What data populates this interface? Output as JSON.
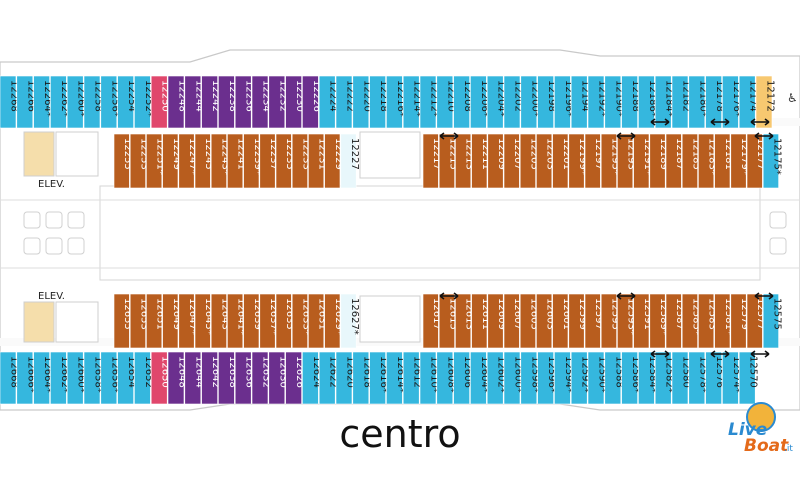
{
  "colors": {
    "blue": "#35b7de",
    "purple": "#6b2f8e",
    "pink": "#e0476c",
    "orange": "#b85d1e",
    "light": "#e8f7fb",
    "yellow": "#f7c870",
    "hull": "#f2f2f2",
    "outline": "#c9c9c9"
  },
  "labels": {
    "elev_top": "ELEV.",
    "elev_bottom": "ELEV.",
    "caption": "centro",
    "accessible_icon": "♿"
  },
  "logo": {
    "line1": "Live",
    "line2": "Boat",
    "suffix": ".it"
  },
  "rows": {
    "top_outer": [
      {
        "n": "12268",
        "c": "blue"
      },
      {
        "n": "12266",
        "c": "blue"
      },
      {
        "n": "12264*",
        "c": "blue"
      },
      {
        "n": "12262*",
        "c": "blue"
      },
      {
        "n": "12260*",
        "c": "blue"
      },
      {
        "n": "12258",
        "c": "blue"
      },
      {
        "n": "12256*",
        "c": "blue"
      },
      {
        "n": "12254",
        "c": "blue"
      },
      {
        "n": "12252*",
        "c": "blue"
      },
      {
        "n": "12250",
        "c": "pink"
      },
      {
        "n": "12248",
        "c": "purple"
      },
      {
        "n": "12244",
        "c": "purple"
      },
      {
        "n": "12242",
        "c": "purple"
      },
      {
        "n": "12238",
        "c": "purple"
      },
      {
        "n": "12236",
        "c": "purple"
      },
      {
        "n": "12234",
        "c": "purple"
      },
      {
        "n": "12232",
        "c": "purple"
      },
      {
        "n": "12230",
        "c": "purple"
      },
      {
        "n": "12226",
        "c": "purple"
      },
      {
        "n": "12224",
        "c": "blue"
      },
      {
        "n": "12222",
        "c": "blue"
      },
      {
        "n": "12220",
        "c": "blue"
      },
      {
        "n": "12218",
        "c": "blue"
      },
      {
        "n": "12216*",
        "c": "blue"
      },
      {
        "n": "12214*",
        "c": "blue"
      },
      {
        "n": "12212*",
        "c": "blue"
      },
      {
        "n": "12210",
        "c": "blue"
      },
      {
        "n": "12208",
        "c": "blue"
      },
      {
        "n": "12206*",
        "c": "blue"
      },
      {
        "n": "12204*",
        "c": "blue"
      },
      {
        "n": "12202",
        "c": "blue"
      },
      {
        "n": "12200*",
        "c": "blue"
      },
      {
        "n": "12198",
        "c": "blue"
      },
      {
        "n": "12196*",
        "c": "blue"
      },
      {
        "n": "12194",
        "c": "blue"
      },
      {
        "n": "12192*",
        "c": "blue"
      },
      {
        "n": "12190*",
        "c": "blue"
      },
      {
        "n": "12188",
        "c": "blue"
      },
      {
        "n": "12186*",
        "c": "blue"
      },
      {
        "n": "12184*",
        "c": "blue"
      },
      {
        "n": "12182",
        "c": "blue"
      },
      {
        "n": "12180*",
        "c": "blue"
      },
      {
        "n": "12178",
        "c": "blue"
      },
      {
        "n": "12176*",
        "c": "blue"
      },
      {
        "n": "12174",
        "c": "blue"
      },
      {
        "n": "12172",
        "c": "yellow"
      }
    ],
    "top_inner_left": [
      {
        "n": "12255",
        "c": "orange"
      },
      {
        "n": "12253",
        "c": "orange"
      },
      {
        "n": "12251*",
        "c": "orange"
      },
      {
        "n": "12249",
        "c": "orange"
      },
      {
        "n": "12247*",
        "c": "orange"
      },
      {
        "n": "12245",
        "c": "orange"
      },
      {
        "n": "12243*",
        "c": "orange"
      },
      {
        "n": "12241",
        "c": "orange"
      },
      {
        "n": "12239*",
        "c": "orange"
      },
      {
        "n": "12237",
        "c": "orange"
      },
      {
        "n": "12235",
        "c": "orange"
      },
      {
        "n": "12233",
        "c": "orange"
      },
      {
        "n": "12231",
        "c": "orange"
      },
      {
        "n": "12229",
        "c": "orange"
      },
      {
        "n": "12227",
        "c": "light"
      }
    ],
    "top_inner_right": [
      {
        "n": "12217",
        "c": "orange"
      },
      {
        "n": "12215",
        "c": "orange"
      },
      {
        "n": "12213",
        "c": "orange"
      },
      {
        "n": "12211",
        "c": "orange"
      },
      {
        "n": "12209",
        "c": "orange"
      },
      {
        "n": "12207",
        "c": "orange"
      },
      {
        "n": "12205",
        "c": "orange"
      },
      {
        "n": "12203",
        "c": "orange"
      },
      {
        "n": "12201",
        "c": "orange"
      },
      {
        "n": "12199*",
        "c": "orange"
      },
      {
        "n": "12197",
        "c": "orange"
      },
      {
        "n": "12195*",
        "c": "orange"
      },
      {
        "n": "12193",
        "c": "orange"
      },
      {
        "n": "12191*",
        "c": "orange"
      },
      {
        "n": "12189",
        "c": "orange"
      },
      {
        "n": "12187",
        "c": "orange"
      },
      {
        "n": "12185",
        "c": "orange"
      },
      {
        "n": "12183*",
        "c": "orange"
      },
      {
        "n": "12181",
        "c": "orange"
      },
      {
        "n": "12179*",
        "c": "orange"
      },
      {
        "n": "12177",
        "c": "orange"
      },
      {
        "n": "12175*",
        "c": "blue"
      }
    ],
    "bottom_inner_left": [
      {
        "n": "12655",
        "c": "orange"
      },
      {
        "n": "12653",
        "c": "orange"
      },
      {
        "n": "12651",
        "c": "orange"
      },
      {
        "n": "12649",
        "c": "orange"
      },
      {
        "n": "12647*",
        "c": "orange"
      },
      {
        "n": "12645*",
        "c": "orange"
      },
      {
        "n": "12643",
        "c": "orange"
      },
      {
        "n": "12641*",
        "c": "orange"
      },
      {
        "n": "12639",
        "c": "orange"
      },
      {
        "n": "12637*",
        "c": "orange"
      },
      {
        "n": "12635",
        "c": "orange"
      },
      {
        "n": "12633*",
        "c": "orange"
      },
      {
        "n": "12631",
        "c": "orange"
      },
      {
        "n": "12629*",
        "c": "orange"
      },
      {
        "n": "12627*",
        "c": "light"
      }
    ],
    "bottom_inner_right": [
      {
        "n": "12617",
        "c": "orange"
      },
      {
        "n": "12615",
        "c": "orange"
      },
      {
        "n": "12613",
        "c": "orange"
      },
      {
        "n": "12611",
        "c": "orange"
      },
      {
        "n": "12609",
        "c": "orange"
      },
      {
        "n": "12607",
        "c": "orange"
      },
      {
        "n": "12605",
        "c": "orange"
      },
      {
        "n": "12603",
        "c": "orange"
      },
      {
        "n": "12601",
        "c": "orange"
      },
      {
        "n": "12599",
        "c": "orange"
      },
      {
        "n": "12597",
        "c": "orange"
      },
      {
        "n": "12595",
        "c": "orange"
      },
      {
        "n": "12593*",
        "c": "orange"
      },
      {
        "n": "12591",
        "c": "orange"
      },
      {
        "n": "12589*",
        "c": "orange"
      },
      {
        "n": "12587",
        "c": "orange"
      },
      {
        "n": "12585*",
        "c": "orange"
      },
      {
        "n": "12583",
        "c": "orange"
      },
      {
        "n": "12581*",
        "c": "orange"
      },
      {
        "n": "12579",
        "c": "orange"
      },
      {
        "n": "12577",
        "c": "orange"
      },
      {
        "n": "12575",
        "c": "blue"
      }
    ],
    "bottom_outer": [
      {
        "n": "12668",
        "c": "blue"
      },
      {
        "n": "12666*",
        "c": "blue"
      },
      {
        "n": "12664*",
        "c": "blue"
      },
      {
        "n": "12662*",
        "c": "blue"
      },
      {
        "n": "12660*",
        "c": "blue"
      },
      {
        "n": "12658*",
        "c": "blue"
      },
      {
        "n": "12656*",
        "c": "blue"
      },
      {
        "n": "12654",
        "c": "blue"
      },
      {
        "n": "12652",
        "c": "blue"
      },
      {
        "n": "12650",
        "c": "pink"
      },
      {
        "n": "12648",
        "c": "purple"
      },
      {
        "n": "12644",
        "c": "purple"
      },
      {
        "n": "12642",
        "c": "purple"
      },
      {
        "n": "12638",
        "c": "purple"
      },
      {
        "n": "12636",
        "c": "purple"
      },
      {
        "n": "12632",
        "c": "purple"
      },
      {
        "n": "12630",
        "c": "purple"
      },
      {
        "n": "12626",
        "c": "purple"
      },
      {
        "n": "12624",
        "c": "blue"
      },
      {
        "n": "12622",
        "c": "blue"
      },
      {
        "n": "12620",
        "c": "blue"
      },
      {
        "n": "12618",
        "c": "blue"
      },
      {
        "n": "12616*",
        "c": "blue"
      },
      {
        "n": "12614*",
        "c": "blue"
      },
      {
        "n": "12612",
        "c": "blue"
      },
      {
        "n": "12610*",
        "c": "blue"
      },
      {
        "n": "12608*",
        "c": "blue"
      },
      {
        "n": "12606",
        "c": "blue"
      },
      {
        "n": "12604*",
        "c": "blue"
      },
      {
        "n": "12602*",
        "c": "blue"
      },
      {
        "n": "12600*",
        "c": "blue"
      },
      {
        "n": "12598*",
        "c": "blue"
      },
      {
        "n": "12596*",
        "c": "blue"
      },
      {
        "n": "12594*",
        "c": "blue"
      },
      {
        "n": "12592*",
        "c": "blue"
      },
      {
        "n": "12590*",
        "c": "blue"
      },
      {
        "n": "12588",
        "c": "blue"
      },
      {
        "n": "12586*",
        "c": "blue"
      },
      {
        "n": "12584*",
        "c": "blue"
      },
      {
        "n": "12582*",
        "c": "blue"
      },
      {
        "n": "12580",
        "c": "blue"
      },
      {
        "n": "12578*",
        "c": "blue"
      },
      {
        "n": "12576",
        "c": "blue"
      },
      {
        "n": "12574*",
        "c": "blue"
      },
      {
        "n": "12570",
        "c": "blue"
      }
    ]
  }
}
